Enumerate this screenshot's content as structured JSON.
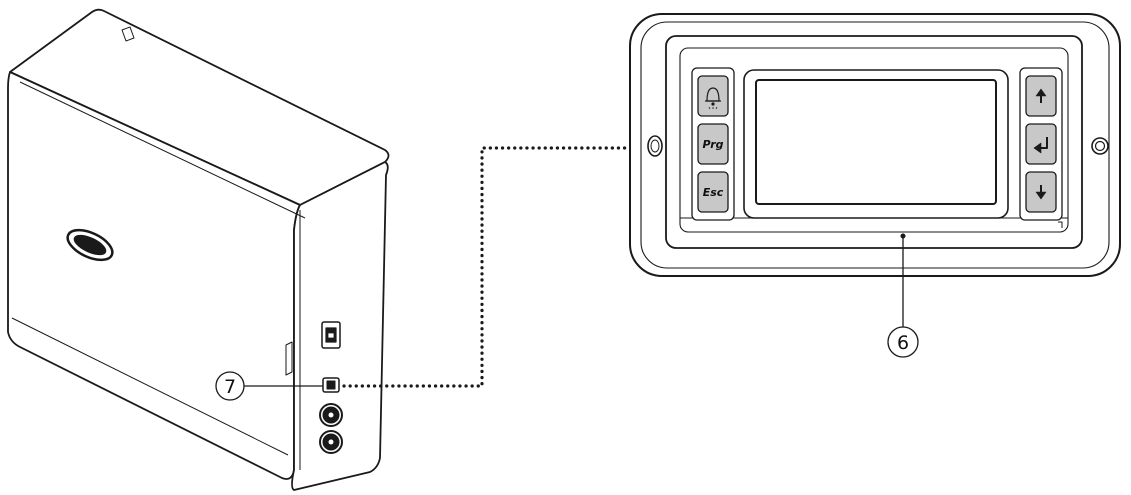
{
  "callouts": {
    "display_terminal": "6",
    "controller_port": "7"
  },
  "terminal_keys": {
    "alarm": "alarm-bell-icon",
    "prg": "Prg",
    "esc": "Esc",
    "up": "arrow-up-icon",
    "enter": "enter-icon",
    "down": "arrow-down-icon"
  },
  "colors": {
    "line": "#1a1a1a",
    "key_fill": "#c8c8c8",
    "background": "#ffffff"
  }
}
